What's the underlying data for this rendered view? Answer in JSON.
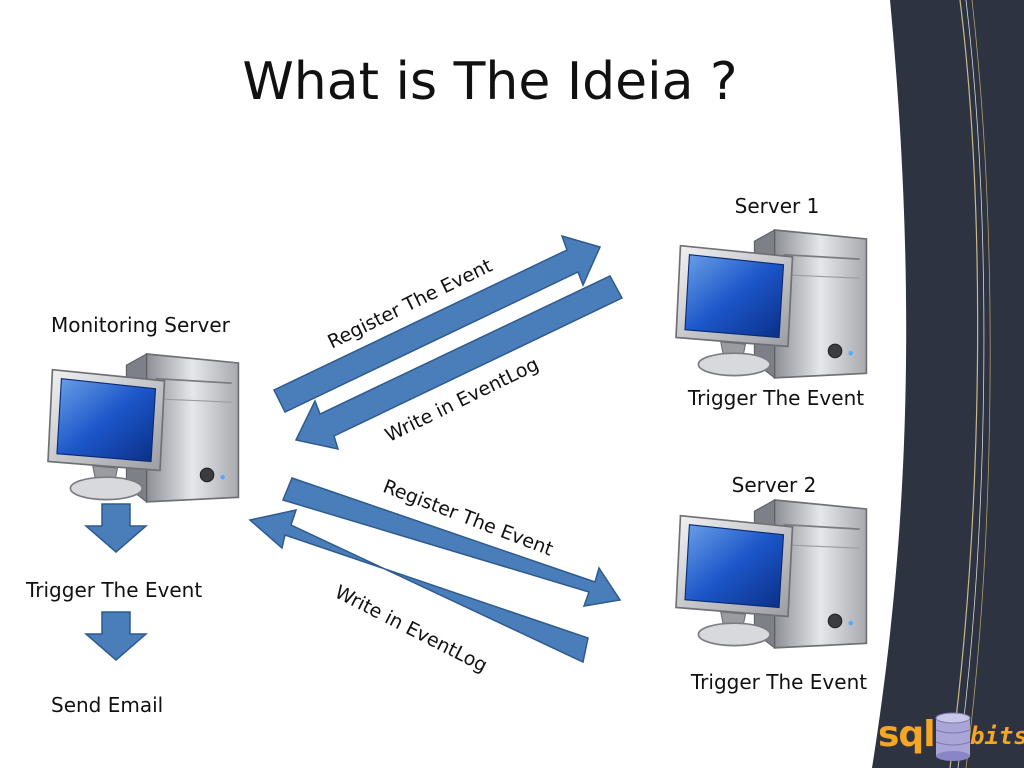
{
  "title": "What is The Ideia ?",
  "nodes": {
    "monitoring": {
      "label": "Monitoring Server"
    },
    "server1": {
      "label": "Server 1",
      "caption": "Trigger The Event"
    },
    "server2": {
      "label": "Server 2",
      "caption": "Trigger The Event"
    }
  },
  "flow": {
    "step1": "Trigger The Event",
    "step2": "Send Email"
  },
  "arrows": {
    "top_register": "Register The Event",
    "top_write": "Write in EventLog",
    "bottom_register": "Register The Event",
    "bottom_write": "Write in EventLog"
  },
  "logo": {
    "left": "sql",
    "right": "bits"
  },
  "colors": {
    "arrow_fill": "#4a7ebb",
    "arrow_stroke": "#2e5a8e",
    "sidebar": "#2d3340",
    "logo": "#f5a623"
  }
}
